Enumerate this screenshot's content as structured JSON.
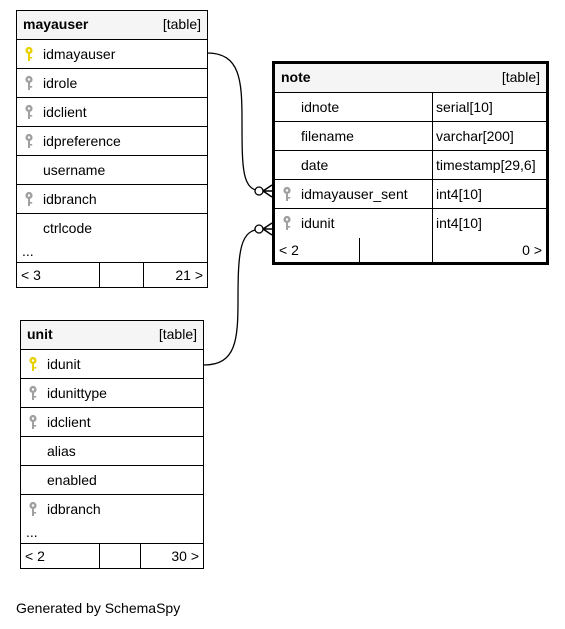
{
  "tables": {
    "mayauser": {
      "name": "mayauser",
      "type": "[table]",
      "columns": [
        {
          "name": "idmayauser",
          "key": "primary"
        },
        {
          "name": "idrole",
          "key": "foreign"
        },
        {
          "name": "idclient",
          "key": "foreign"
        },
        {
          "name": "idpreference",
          "key": "foreign"
        },
        {
          "name": "username",
          "key": "none"
        },
        {
          "name": "idbranch",
          "key": "foreign"
        },
        {
          "name": "ctrlcode",
          "key": "none"
        }
      ],
      "ellipsis": "...",
      "footer": {
        "parents": "< 3",
        "children": "21 >"
      }
    },
    "note": {
      "name": "note",
      "type": "[table]",
      "columns": [
        {
          "name": "idnote",
          "type": "serial[10]",
          "key": "none"
        },
        {
          "name": "filename",
          "type": "varchar[200]",
          "key": "none"
        },
        {
          "name": "date",
          "type": "timestamp[29,6]",
          "key": "none"
        },
        {
          "name": "idmayauser_sent",
          "type": "int4[10]",
          "key": "foreign"
        },
        {
          "name": "idunit",
          "type": "int4[10]",
          "key": "foreign"
        }
      ],
      "footer": {
        "parents": "< 2",
        "children": "0 >"
      }
    },
    "unit": {
      "name": "unit",
      "type": "[table]",
      "columns": [
        {
          "name": "idunit",
          "key": "primary"
        },
        {
          "name": "idunittype",
          "key": "foreign"
        },
        {
          "name": "idclient",
          "key": "foreign"
        },
        {
          "name": "alias",
          "key": "none"
        },
        {
          "name": "enabled",
          "key": "none"
        },
        {
          "name": "idbranch",
          "key": "foreign"
        }
      ],
      "ellipsis": "...",
      "footer": {
        "parents": "< 2",
        "children": "30 >"
      }
    }
  },
  "colors": {
    "primary_key": "#e8d000",
    "foreign_key": "#a0a0a0",
    "header_bg": "#f5f5f5",
    "border": "#000000"
  },
  "generated_by": "Generated by SchemaSpy"
}
